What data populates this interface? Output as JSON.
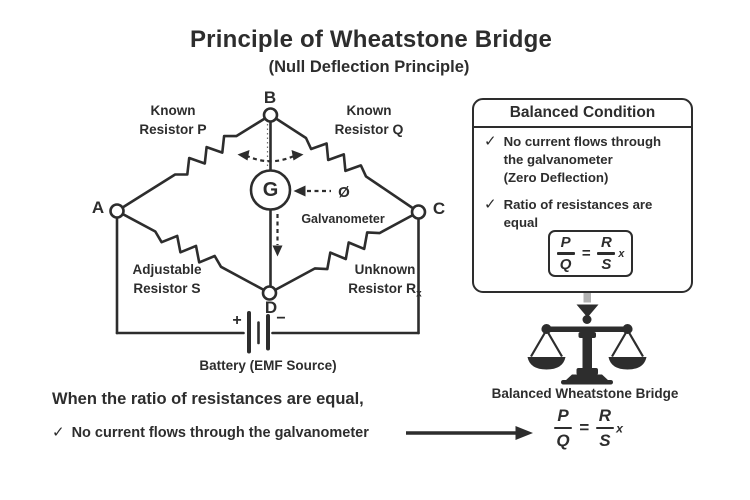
{
  "colors": {
    "ink": "#2d2d2d",
    "gray_arrow": "#b1b1b1",
    "background": "#ffffff"
  },
  "header": {
    "title": "Principle of Wheatstone Bridge",
    "subtitle": "(Null Deflection Principle)"
  },
  "bridge": {
    "nodes": {
      "a": "A",
      "b": "B",
      "c": "C",
      "d": "D"
    },
    "galvanometer": {
      "symbol": "G",
      "label": "Galvanometer",
      "null_symbol": "Ø"
    },
    "resistors": {
      "p": {
        "line1": "Known",
        "word": "Resistor",
        "symbol": "P"
      },
      "q": {
        "line1": "Known",
        "word": "Resistor",
        "symbol": "Q"
      },
      "s": {
        "line1": "Adjustable",
        "word": "Resistor",
        "symbol": "S"
      },
      "rx": {
        "line1": "Unknown",
        "word": "Resistor",
        "symbol": "R",
        "symbol_sub": "x"
      }
    },
    "battery": {
      "plus": "+",
      "minus": "−",
      "label": "Battery (EMF Source)"
    }
  },
  "balanced_box": {
    "title": "Balanced Condition",
    "item1": {
      "check": "✓",
      "line1": "No current flows through",
      "line2": "the galvanometer",
      "line3": "(Zero Deflection)"
    },
    "item2": {
      "check": "✓",
      "line1": "Ratio of resistances are",
      "line2": "equal"
    },
    "formula": {
      "num1": "P",
      "den1": "Q",
      "equals": "=",
      "num2": "R",
      "sub2": "x",
      "den2": "S"
    }
  },
  "scale_caption": "Balanced Wheatstone Bridge",
  "footer": {
    "line1": "When the ratio of resistances are equal,",
    "check": "✓",
    "line2": "No current flows through the galvanometer",
    "formula": {
      "num1": "P",
      "den1": "Q",
      "equals": "=",
      "num2": "R",
      "sub2": "x",
      "den2": "S"
    }
  }
}
